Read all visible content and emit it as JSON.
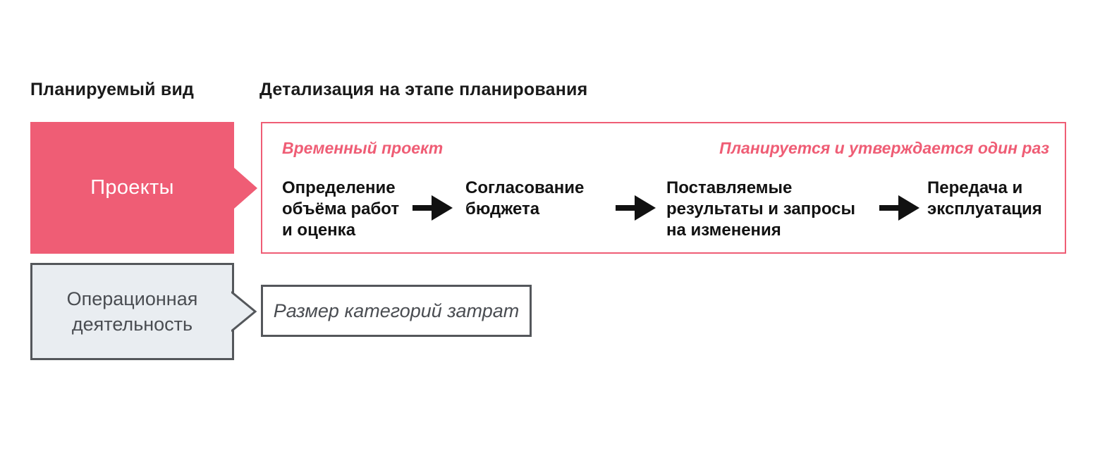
{
  "headers": {
    "left": "Планируемый вид",
    "right": "Детализация на этапе планирования"
  },
  "planned_types": {
    "projects": {
      "label": "Проекты"
    },
    "operations": {
      "label": "Операционная\nдеятельность"
    }
  },
  "projects_detail": {
    "note_left": "Временный проект",
    "note_right": "Планируется и утверждается один раз",
    "steps": [
      {
        "label": "Определение\nобъёма работ\nи оценка"
      },
      {
        "label": "Согласование\nбюджета"
      },
      {
        "label": "Поставляемые\nрезультаты и запросы\nна изменения"
      },
      {
        "label": "Передача и\nэксплуатация"
      }
    ]
  },
  "operations_detail": {
    "label": "Размер категорий затрат"
  },
  "colors": {
    "pink": "#EF5D75",
    "gray_fill": "#E9EDF1",
    "gray_border": "#54575B",
    "text_dark": "#1A1A1A",
    "text_gray": "#4A4D52",
    "arrow_black": "#111111"
  }
}
